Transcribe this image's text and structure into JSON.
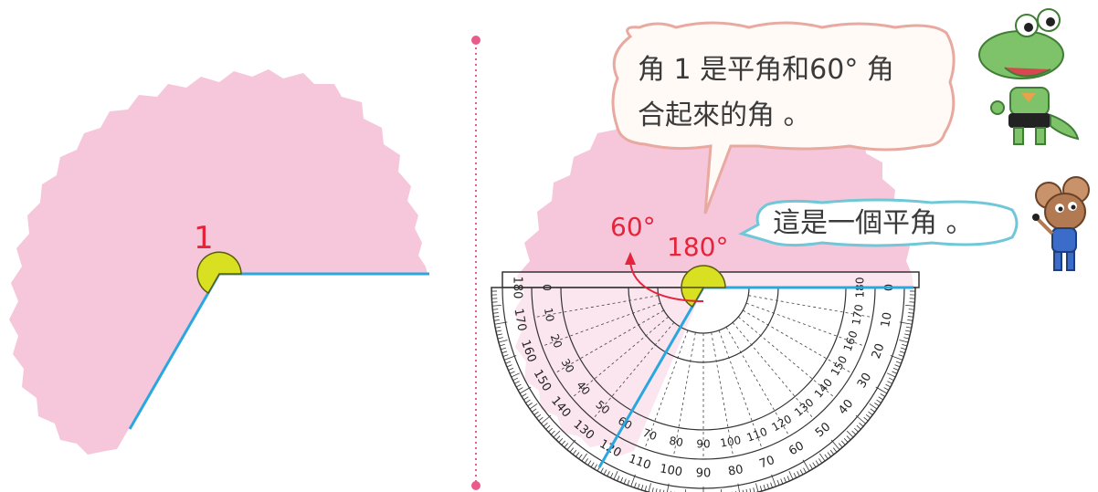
{
  "left_panel": {
    "angle_label": "1"
  },
  "right_panel": {
    "label_60": "60°",
    "label_180": "180°",
    "speech_bubble_line1": "角 1 是平角和60° 角",
    "speech_bubble_line2": "合起來的角 。",
    "small_bubble_text": "這是一個平角 。"
  },
  "protractor": {
    "outer_scale": [
      "0",
      "10",
      "20",
      "30",
      "40",
      "50",
      "60",
      "70",
      "80",
      "90",
      "100",
      "110",
      "120",
      "130",
      "140",
      "150",
      "160",
      "170",
      "180"
    ],
    "inner_scale": [
      "180",
      "170",
      "160",
      "150",
      "140",
      "130",
      "120",
      "110",
      "100",
      "90",
      "80",
      "70",
      "60",
      "50",
      "40",
      "30",
      "20",
      "10",
      "0"
    ]
  },
  "colors": {
    "paper": "#f6c6da",
    "ray": "#2aa7e0",
    "angle_marker": "#d9e021",
    "label_red": "#e4243b",
    "divider": "#e85b8a",
    "bubble_border": "#e8a9a0",
    "small_bubble_border": "#6fc7d8"
  },
  "icons": [
    "crocodile-character-icon",
    "mouse-character-icon"
  ]
}
